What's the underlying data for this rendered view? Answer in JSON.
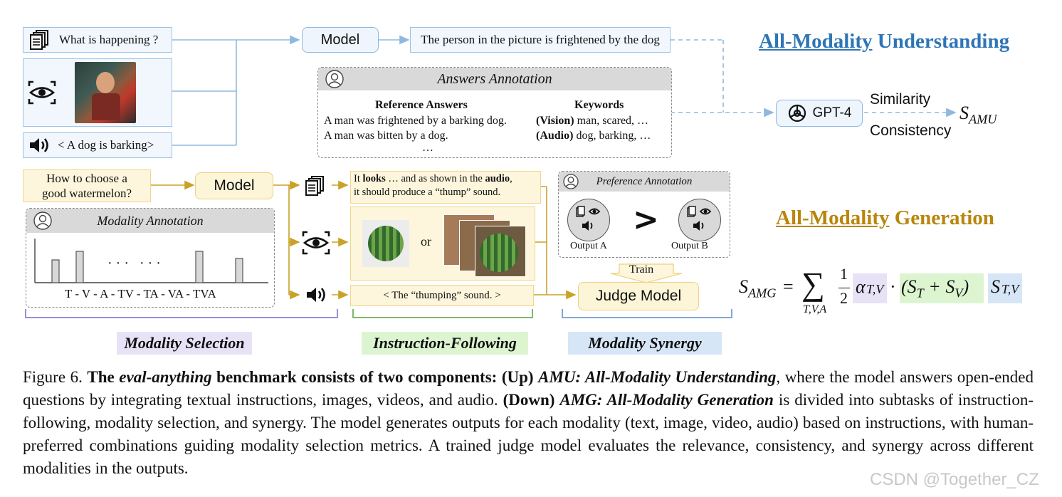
{
  "amu": {
    "question_text": "What is happening ?",
    "audio_text": "< A dog is barking>",
    "model_label": "Model",
    "answer_text": "The person in the picture is frightened by the dog",
    "answers_annotation": {
      "title": "Answers Annotation",
      "ref_title": "Reference Answers",
      "ref_line1": "A man was frightened by a barking dog.",
      "ref_line2": "A man was bitten by a dog.",
      "ref_dots": "…",
      "kw_title": "Keywords",
      "kw_vision_label": "(Vision)",
      "kw_vision": " man, scared, …",
      "kw_audio_label": "(Audio)",
      "kw_audio": " dog, barking, …"
    },
    "gpt_label": "GPT-4",
    "similarity": "Similarity",
    "consistency": "Consistency",
    "score_base": "S",
    "score_sub": "AMU",
    "title_a": "All-Modality",
    "title_b": " Understanding"
  },
  "amg": {
    "question_line1": "How to choose a",
    "question_line2": "good watermelon?",
    "model_label": "Model",
    "modality_annotation_title": "Modality Annotation",
    "modality_dots": "· · ·   · · ·",
    "modality_axis": "T - V - A - TV - TA - VA - TVA",
    "text_out_1a": "It ",
    "text_out_1b": "looks",
    "text_out_1c": " … and as shown in the ",
    "text_out_1d": "audio",
    "text_out_1e": ",",
    "text_out_2": "it should produce a “thump” sound.",
    "or_text": "or",
    "audio_out": "< The “thumping” sound. >",
    "preference_title": "Preference Annotation",
    "output_a": "Output A",
    "output_b": "Output B",
    "gt_symbol": ">",
    "train_label": "Train",
    "judge_label": "Judge Model",
    "title_a": "All-Modality",
    "title_b": " Generation",
    "modality_selection": "Modality Selection",
    "instruction_following": "Instruction-Following",
    "modality_synergy": "Modality Synergy",
    "formula": {
      "lhs_base": "S",
      "lhs_sub": "AMG",
      "eq": "=",
      "sum": "∑",
      "sum_sub": "T,V,A",
      "frac_num": "1",
      "frac_den": "2",
      "alpha": "α",
      "alpha_sub": "T,V",
      "dot": "·",
      "paren": "(S",
      "st_sub": "T",
      "plus": " + S",
      "sv_sub": "V",
      "close": ")",
      "stv_base": "S",
      "stv_sub": "T,V"
    }
  },
  "caption": {
    "fig": "Figure 6.  ",
    "b1": "The ",
    "b1i": "eval-anything",
    "b1b": " benchmark consists of two components:  (Up) ",
    "b1bi": "AMU: All-Modality Understanding",
    "t1": ", where the model answers open-ended questions by integrating textual instructions, images, videos, and audio.  ",
    "b2": "(Down) ",
    "b2i": "AMG: All-Modality Generation",
    "t2": " is divided into subtasks of instruction-following, modality selection, and synergy.  The model generates outputs for each modality (text, image, video, audio) based on instructions, with human-preferred combinations guiding modality selection metrics. A trained judge model evaluates the relevance, consistency, and synergy across different modalities in the outputs."
  },
  "watermark": "CSDN @Together_CZ",
  "colors": {
    "blue_title": "#2e75b6",
    "gold_title": "#b8860b",
    "arrow_gold": "#c9a227",
    "purple": "#e8e2f7",
    "green": "#dcf5d0",
    "blue_hl": "#d6e6f7"
  }
}
